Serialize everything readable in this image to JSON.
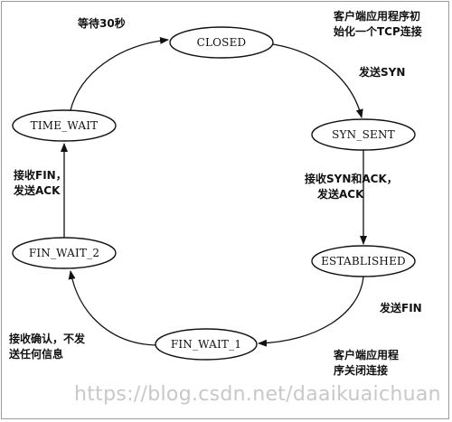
{
  "states": {
    "closed": "CLOSED",
    "syn_sent": "SYN_SENT",
    "established": "ESTABLISHED",
    "fin_wait_1": "FIN_WAIT_1",
    "fin_wait_2": "FIN_WAIT_2",
    "time_wait": "TIME_WAIT"
  },
  "annotations": {
    "wait_30s": "等待30秒",
    "client_init_line1": "客户端应用程序初",
    "client_init_line2": "始化一个TCP连接",
    "send_syn": "发送SYN",
    "recv_synack_line1": "接收SYN和ACK，",
    "recv_synack_line2": "发送ACK",
    "send_fin": "发送FIN",
    "client_close_line1": "客户端应用程",
    "client_close_line2": "序关闭连接",
    "recv_ack_line1": "接收确认，不发",
    "recv_ack_line2": "送任何信息",
    "recv_fin_line1": "接收FIN，",
    "recv_fin_line2": "发送ACK"
  },
  "watermark": "https://blog.csdn.net/daaikuaichuan"
}
